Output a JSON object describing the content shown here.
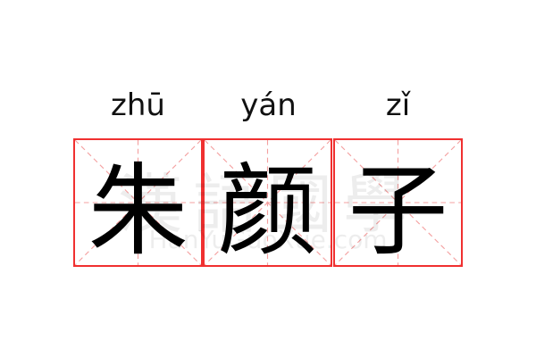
{
  "characters": [
    {
      "pinyin": "zhū",
      "hanzi": "朱"
    },
    {
      "pinyin": "yán",
      "hanzi": "颜"
    },
    {
      "pinyin": "zǐ",
      "hanzi": "子"
    }
  ],
  "watermark": {
    "chinese": "漢語國學",
    "latin": "HanYuGuoXue.com"
  },
  "colors": {
    "grid_border": "#f03030",
    "guide_lines": "#f4a0a0",
    "text": "#000000"
  }
}
